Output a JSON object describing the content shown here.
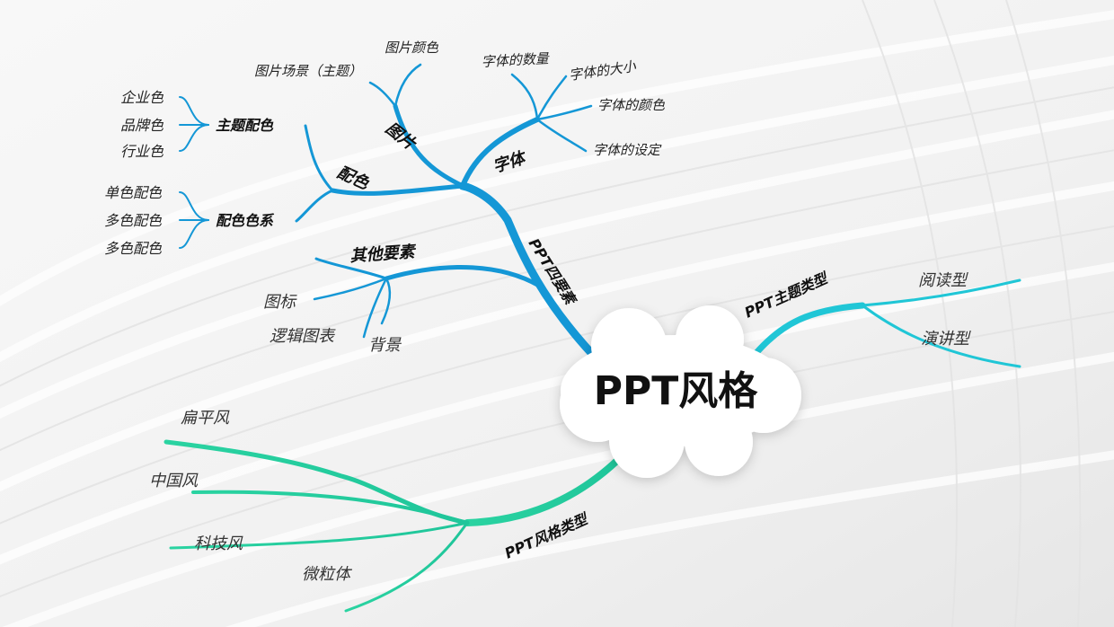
{
  "center": "PPT风格",
  "elements": {
    "label": "PPT四要素",
    "font": {
      "label": "字体",
      "items": [
        "字体的数量",
        "字体的大小",
        "字体的颜色",
        "字体的设定"
      ]
    },
    "image": {
      "label": "图片",
      "items": [
        "图片颜色",
        "图片场景（主题）"
      ]
    },
    "color": {
      "label": "配色",
      "theme": {
        "label": "主题配色",
        "items": [
          "企业色",
          "品牌色",
          "行业色"
        ]
      },
      "system": {
        "label": "配色色系",
        "items": [
          "单色配色",
          "多色配色",
          "多色配色"
        ]
      }
    },
    "other": {
      "label": "其他要素",
      "items": [
        "图标",
        "逻辑图表",
        "背景"
      ]
    }
  },
  "theme_types": {
    "label": "PPT主题类型",
    "items": [
      "阅读型",
      "演讲型"
    ]
  },
  "style_types": {
    "label": "PPT风格类型",
    "items": [
      "扁平风",
      "中国风",
      "科技风",
      "微粒体"
    ]
  },
  "colors": {
    "blue_branch": "#1497d6",
    "cyan_branch": "#20c6d6",
    "green_branch": "#1fcb98"
  }
}
